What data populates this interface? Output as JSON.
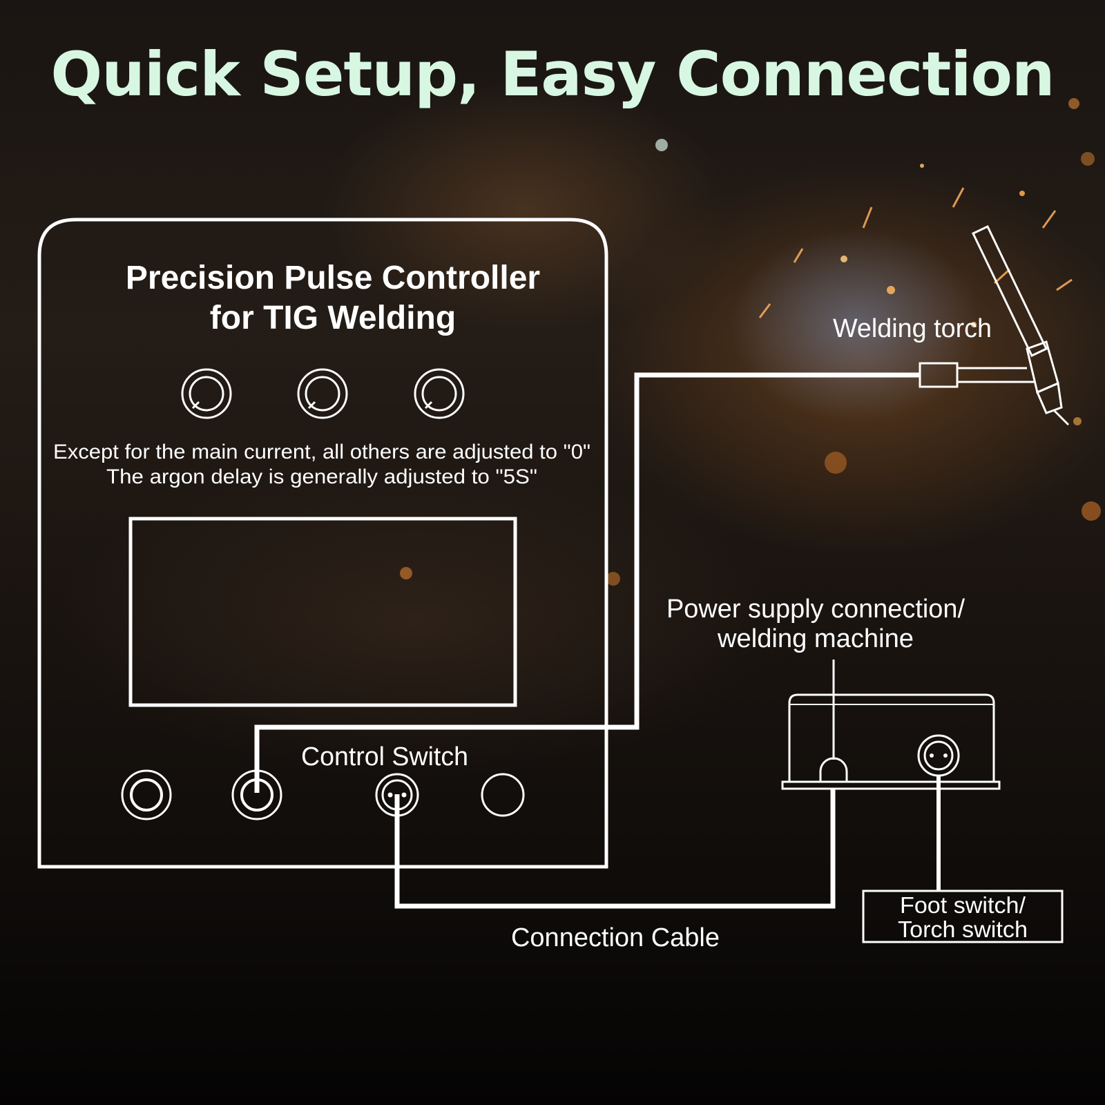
{
  "title": "Quick Setup, Easy Connection",
  "controller": {
    "heading_line1": "Precision Pulse Controller",
    "heading_line2": "for TIG Welding",
    "note_line1": "Except for the main current, all others are adjusted to \"0\"",
    "note_line2": "The argon delay is generally adjusted to \"5S\"",
    "knob_icons": [
      "dial-knob-icon",
      "dial-knob-icon",
      "dial-knob-icon"
    ],
    "socket_icons": [
      "ring-socket-icon",
      "ring-socket-icon",
      "two-pin-socket-icon",
      "round-socket-icon"
    ]
  },
  "labels": {
    "control_switch": "Control Switch",
    "welding_torch": "Welding torch",
    "power_supply_line1": "Power supply connection/",
    "power_supply_line2": "welding machine",
    "connection_cable": "Connection Cable",
    "foot_switch_line1": "Foot switch/",
    "foot_switch_line2": "Torch switch"
  },
  "colors": {
    "title": "#d8f7e3",
    "line": "#ffffff",
    "background": "#0d0a08"
  }
}
